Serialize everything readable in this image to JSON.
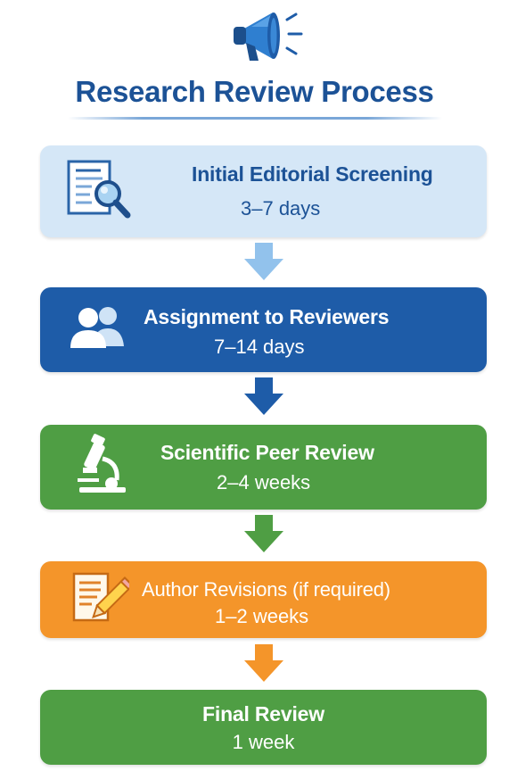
{
  "title": "Research Review Process",
  "steps": [
    {
      "label": "Initial Editorial Screening",
      "duration": "3–7 days"
    },
    {
      "label": "Assignment to Reviewers",
      "duration": "7–14 days"
    },
    {
      "label": "Scientific Peer Review",
      "duration": "2–4 weeks"
    },
    {
      "label": "Author Revisions (if required)",
      "duration": "1–2 weeks"
    },
    {
      "label": "Final Review",
      "duration": "1 week"
    }
  ],
  "colors": {
    "title": "#1c5296",
    "step1_bg": "#d5e7f7",
    "step1_text": "#1c5296",
    "step2_bg": "#1e5ca8",
    "step3_bg": "#4f9e44",
    "step4_bg": "#f4952a",
    "step5_bg": "#4f9e44",
    "arrow1": "#92c2ec",
    "arrow2": "#1e5ca8",
    "arrow3": "#4f9e44",
    "arrow4": "#f4952a"
  },
  "icons": [
    "megaphone-icon",
    "document-search-icon",
    "people-icon",
    "microscope-icon",
    "document-pencil-icon"
  ]
}
